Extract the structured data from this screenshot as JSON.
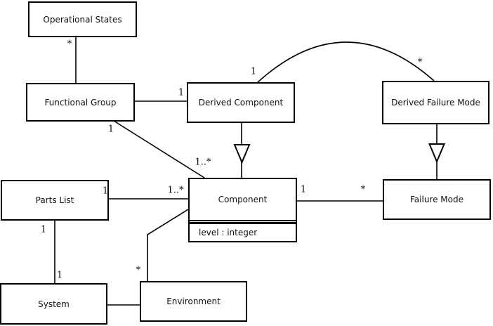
{
  "diagram": {
    "type": "uml-class-diagram",
    "background_color": "#ffffff",
    "line_color": "#000000",
    "text_color": "#111111",
    "classes": {
      "operational_states": {
        "name": "Operational States"
      },
      "functional_group": {
        "name": "Functional Group"
      },
      "derived_component": {
        "name": "Derived Component"
      },
      "derived_failure_mode": {
        "name": "Derived Failure Mode"
      },
      "parts_list": {
        "name": "Parts List"
      },
      "component": {
        "name": "Component",
        "attribute": "level : integer"
      },
      "failure_mode": {
        "name": "Failure Mode"
      },
      "system": {
        "name": "System"
      },
      "environment": {
        "name": "Environment"
      }
    },
    "multiplicities": {
      "opstates_fg": "*",
      "fg_dc": "1",
      "fg_comp_from": "1",
      "fg_comp_to": "1..*",
      "dc_dfm_from": "1",
      "dc_dfm_to": "*",
      "pl_comp_from": "1",
      "pl_comp_to": "1..*",
      "comp_fm_from": "1",
      "comp_fm_to": "*",
      "pl_sys_from": "1",
      "pl_sys_to": "1",
      "env_comp": "*",
      "sys_env": ""
    },
    "relationships": [
      {
        "from": "Operational States",
        "to": "Functional Group",
        "type": "association",
        "from_label": "*",
        "to_label": ""
      },
      {
        "from": "Functional Group",
        "to": "Derived Component",
        "type": "association",
        "from_label": "",
        "to_label": "1"
      },
      {
        "from": "Functional Group",
        "to": "Component",
        "type": "association",
        "from_label": "1",
        "to_label": "1..*"
      },
      {
        "from": "Derived Component",
        "to": "Derived Failure Mode",
        "type": "association-arc",
        "from_label": "1",
        "to_label": "*"
      },
      {
        "from": "Derived Component",
        "to": "Component",
        "type": "generalization",
        "from_label": "",
        "to_label": ""
      },
      {
        "from": "Derived Failure Mode",
        "to": "Failure Mode",
        "type": "generalization",
        "from_label": "",
        "to_label": ""
      },
      {
        "from": "Parts List",
        "to": "Component",
        "type": "association",
        "from_label": "1",
        "to_label": "1..*"
      },
      {
        "from": "Component",
        "to": "Failure Mode",
        "type": "association",
        "from_label": "1",
        "to_label": "*"
      },
      {
        "from": "Parts List",
        "to": "System",
        "type": "association",
        "from_label": "1",
        "to_label": "1"
      },
      {
        "from": "Component",
        "to": "Environment",
        "type": "association",
        "from_label": "",
        "to_label": "*"
      },
      {
        "from": "System",
        "to": "Environment",
        "type": "association",
        "from_label": "",
        "to_label": ""
      }
    ]
  }
}
